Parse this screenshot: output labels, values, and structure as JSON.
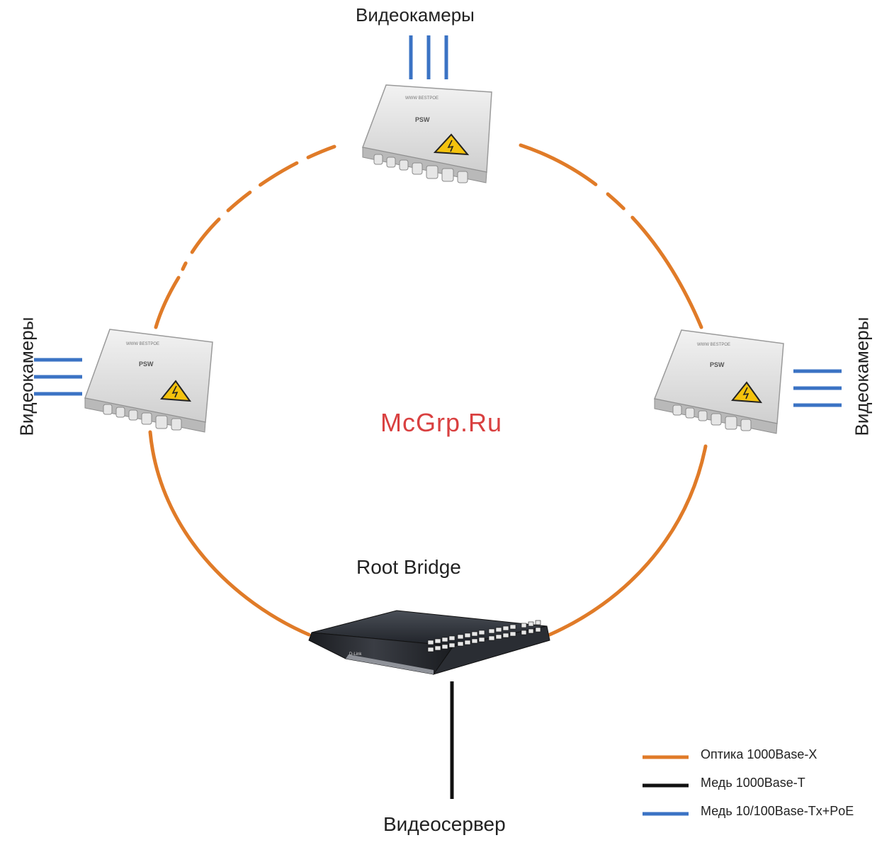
{
  "labels": {
    "cameras_top": "Видеокамеры",
    "cameras_left": "Видеокамеры",
    "cameras_right": "Видеокамеры",
    "root_bridge": "Root Bridge",
    "video_server": "Видеосервер",
    "watermark": "McGrp.Ru"
  },
  "device_badge": "PSW",
  "legend": [
    {
      "label": "Оптика 1000Base-X",
      "color": "#e07b28"
    },
    {
      "label": "Медь 1000Base-T",
      "color": "#111111"
    },
    {
      "label": "Медь 10/100Base-Tx+PoE",
      "color": "#3b73c4"
    }
  ],
  "colors": {
    "optic": "#e07b28",
    "copper_gbit": "#111111",
    "copper_poe": "#3b73c4",
    "warning": "#f4c20d"
  }
}
